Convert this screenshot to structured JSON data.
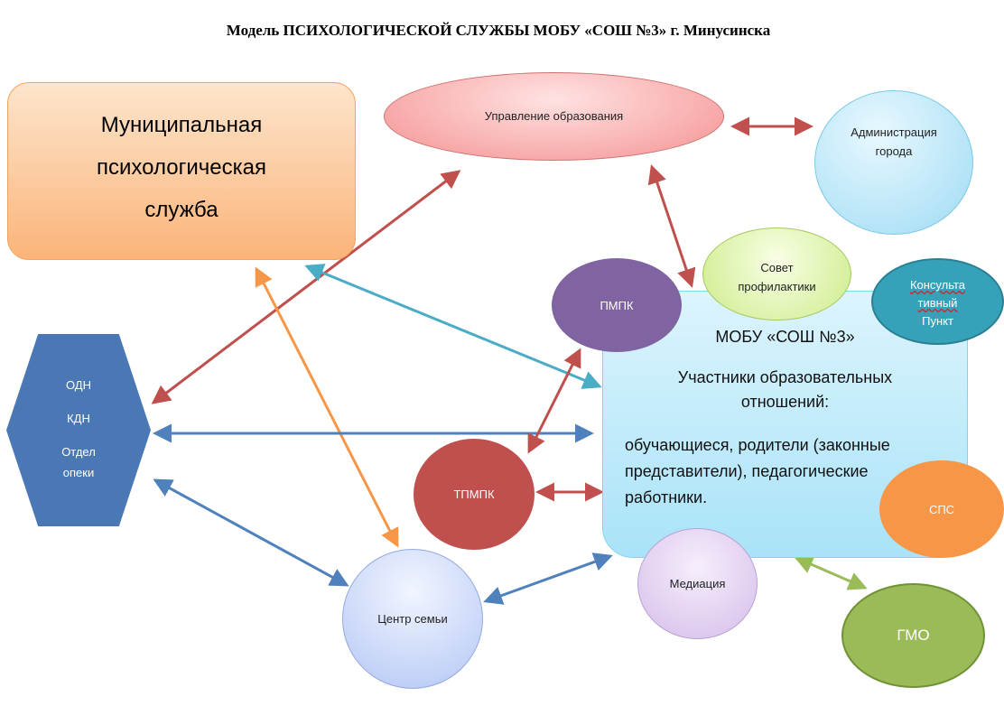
{
  "title": "Модель ПСИХОЛОГИЧЕСКОЙ СЛУЖБЫ МОБУ «СОШ №3» г. Минусинска",
  "nodes": {
    "municipal_service": {
      "lines": [
        "Муниципальная",
        "психологическая",
        "служба"
      ]
    },
    "education_department": {
      "label": "Управление образования"
    },
    "city_administration": {
      "lines": [
        "Администрация",
        "города"
      ]
    },
    "school": {
      "name": "МОБУ «СОШ №3»",
      "participants_heading": [
        "Участники образовательных",
        "отношений:"
      ],
      "participants_list": [
        "обучающиеся, родители (законные",
        "представители),  педагогические",
        "работники."
      ]
    },
    "prevention_council": {
      "lines": [
        "Совет",
        "профилактики"
      ]
    },
    "pmpk": {
      "label": "ПМПК"
    },
    "consultation_point": {
      "lines": [
        "Консульта",
        "тивный",
        "Пункт"
      ]
    },
    "odn_group": {
      "lines": [
        "ОДН",
        "КДН",
        "Отдел",
        "опеки"
      ]
    },
    "tpmpk": {
      "label": "ТПМПК"
    },
    "sps": {
      "label": "СПС"
    },
    "mediation": {
      "label": "Медиация"
    },
    "family_center": {
      "label": "Центр семьи"
    },
    "gmo": {
      "label": "ГМО"
    }
  },
  "colors": {
    "red_arrow": "#c0504d",
    "teal_arrow": "#4bacc6",
    "blue_arrow": "#4f81bd",
    "orange_arrow": "#f79646",
    "green_arrow": "#9bbb59"
  }
}
